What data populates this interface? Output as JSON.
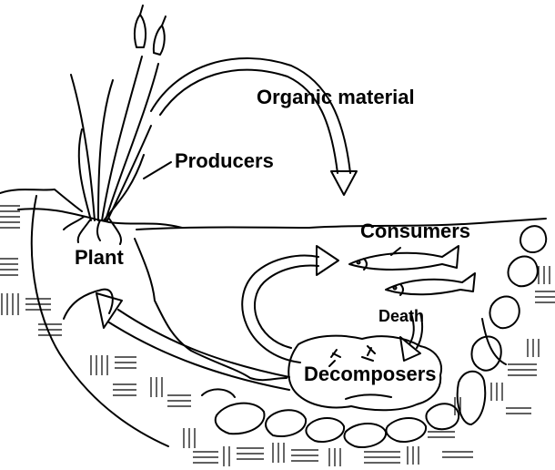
{
  "labels": {
    "organic_material": "Organic material",
    "producers": "Producers",
    "consumers": "Consumers",
    "plant": "Plant",
    "death": "Death",
    "decomposers": "Decomposers"
  },
  "colors": {
    "ink": "#000000",
    "background": "#ffffff"
  }
}
